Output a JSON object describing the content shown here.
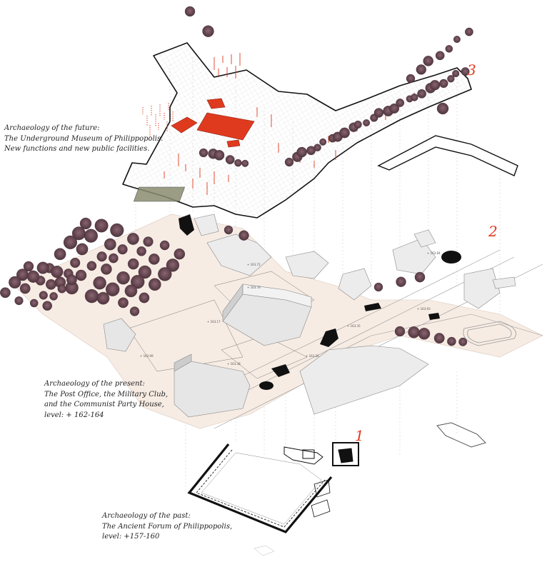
{
  "levels": [
    {
      "number": "3",
      "caption": [
        "Archaeology of the future:",
        "The Underground Museum of Philippopolis.",
        "New functions and new public facilities."
      ]
    },
    {
      "number": "2",
      "caption": [
        "Archaeology of the present:",
        "The Post Office, the Military Club,",
        "and the Communist Party House,",
        "level: + 162-164"
      ]
    },
    {
      "number": "1",
      "caption": [
        "Archaeology of the past:",
        "The Ancient Forum of Philippopolis,",
        "level: +157-160"
      ]
    }
  ],
  "elevations": [
    "+ 163.76",
    "+ 163.17",
    "+ 162.99",
    "+ 163.84",
    "+ 163.35",
    "+ 163.26",
    "+ 163.38",
    "+ 163.93",
    "+ 163.72"
  ],
  "colors": {
    "accent": "#e03a1e",
    "tree": "#6b4a55",
    "building": "#e8e8e8",
    "ground": "#f7ece4"
  }
}
